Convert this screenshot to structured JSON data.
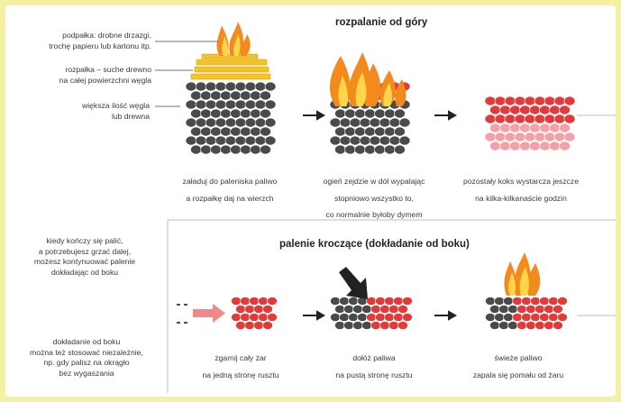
{
  "colors": {
    "background": "#f4f0a6",
    "coal": "#4a4a4a",
    "ember": "#e23a3a",
    "coke_light": "#f3a0a6",
    "kindling": "#f2c428",
    "flame": "#f28b1c",
    "flame_light": "#ffd54a",
    "arrow_red": "#ef8a8a"
  },
  "section1": {
    "title": "rozpalanie od góry",
    "labels": {
      "kindling": [
        "podpałka: drobne drzazgi,",
        "trochę papieru lub kartonu itp."
      ],
      "firelighter": [
        "rozpałka – suche drewno",
        "na całej powierzchni węgla"
      ],
      "fuel": [
        "większa ilość węgla",
        "lub drewna"
      ]
    },
    "captions": [
      [
        "załaduj do paleniska paliwo",
        "a rozpałkę daj na wierzch"
      ],
      [
        "ogień zejdzie w dół wypalając",
        "stopniowo wszystko to,",
        "co normalnie byłoby dymem"
      ],
      [
        "pozostały koks wystarcza jeszcze",
        "na kilka-kilkanaście godzin"
      ]
    ]
  },
  "section2": {
    "title": "palenie kroczące (dokładanie od boku)",
    "notes": [
      [
        "kiedy kończy się palić,",
        "a potrzebujesz grzać dalej,",
        "możesz kontynuować palenie",
        "dokładając od boku"
      ],
      [
        "dokładanie od boku",
        "można też stosować niezależnie,",
        "np. gdy palisz na okrągło",
        "bez wygaszania"
      ]
    ],
    "captions": [
      [
        "zgarnij cały żar",
        "na jedną stronę rusztu"
      ],
      [
        "dołóż paliwa",
        "na pustą stronę rusztu"
      ],
      [
        "świeże paliwo",
        "zapala się pomału od żaru"
      ]
    ]
  }
}
